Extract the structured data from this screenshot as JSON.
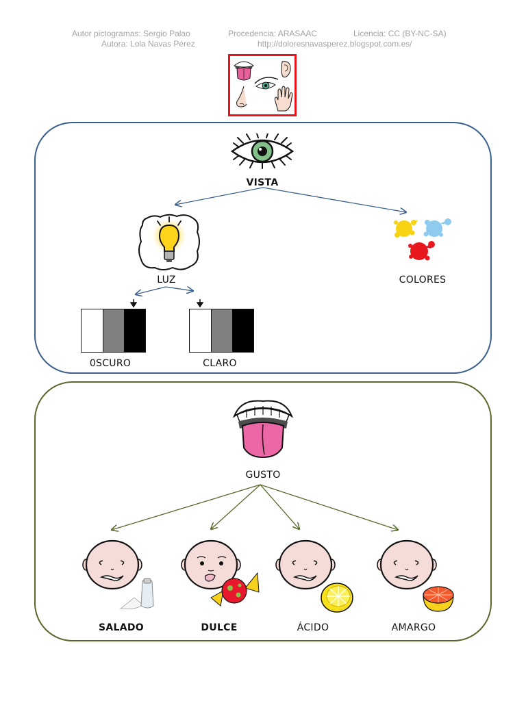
{
  "credits": {
    "line1": {
      "author_pictograms": "Autor pictogramas: Sergio Palao",
      "source": "Procedencia: ARASAAC",
      "license": "Licencia: CC (BY-NC-SA)"
    },
    "line2": {
      "author": "Autora: Lola  Navas Pérez",
      "url": "http://doloresnavasperez.blogspot.com.es/"
    }
  },
  "header_image": {
    "icon": "five-senses-icon",
    "border_color": "#e8141c"
  },
  "vista_section": {
    "border_color": "#3b5f8c",
    "arrow_color": "#3b5f8c",
    "title": "VISTA",
    "icon": "eye-icon",
    "children": [
      {
        "label": "LUZ",
        "icon": "lightbulb-icon",
        "children": [
          {
            "label": "0SCURO",
            "icon": "grayscale-dark-icon",
            "marker": "black"
          },
          {
            "label": "CLARO",
            "icon": "grayscale-light-icon",
            "marker": "white"
          }
        ]
      },
      {
        "label": "COLORES",
        "icon": "paint-splashes-icon",
        "colors": [
          "#f8d313",
          "#8ecbee",
          "#e8191e"
        ]
      }
    ],
    "scale_colors": [
      "#ffffff",
      "#808080",
      "#000000"
    ]
  },
  "gusto_section": {
    "border_color": "#56692b",
    "arrow_color": "#56692b",
    "title": "GUSTO",
    "icon": "tongue-icon",
    "tastes": [
      {
        "label": "SALADO",
        "icon": "salty-face-icon"
      },
      {
        "label": "DULCE",
        "icon": "sweet-face-icon"
      },
      {
        "label": "ÁCIDO",
        "icon": "sour-face-icon"
      },
      {
        "label": "AMARGO",
        "icon": "bitter-face-icon"
      }
    ]
  }
}
